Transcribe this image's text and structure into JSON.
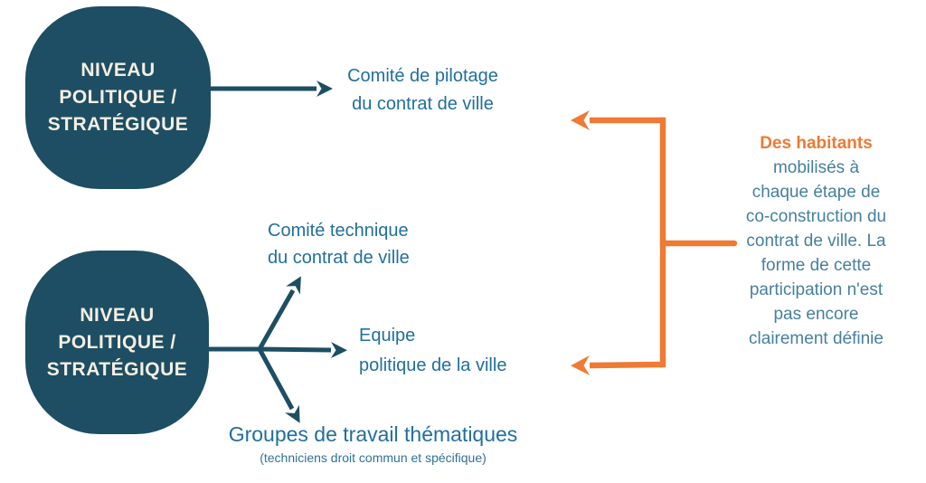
{
  "palette": {
    "node_fill": "#1d4e63",
    "node_text": "#f4eee3",
    "label_teal": "#216f9d",
    "body_teal": "#46809e",
    "orange": "#ee7a34",
    "background": "#ffffff"
  },
  "nodes": {
    "top_level_box": {
      "lines": [
        "NIVEAU",
        "POLITIQUE /",
        "STRATÉGIQUE"
      ]
    },
    "bottom_level_box": {
      "lines": [
        "NIVEAU",
        "POLITIQUE /",
        "STRATÉGIQUE"
      ]
    },
    "comite_pilotage": {
      "line1": "Comité de pilotage",
      "line2": "du contrat de ville"
    },
    "comite_technique": {
      "line1": "Comité technique",
      "line2": "du contrat de ville"
    },
    "equipe_politique": {
      "line1": "Equipe",
      "line2": "politique de la ville"
    },
    "groupes_travail": {
      "title": "Groupes de travail thématiques",
      "subtitle": "(techniciens droit commun et spécifique)"
    }
  },
  "annotation": {
    "highlight": "Des habitants",
    "lines": [
      "mobilisés à",
      "chaque étape de",
      "co-construction du",
      "contrat de ville. La",
      "forme de cette",
      "participation n'est",
      "pas encore",
      "clairement définie"
    ]
  }
}
